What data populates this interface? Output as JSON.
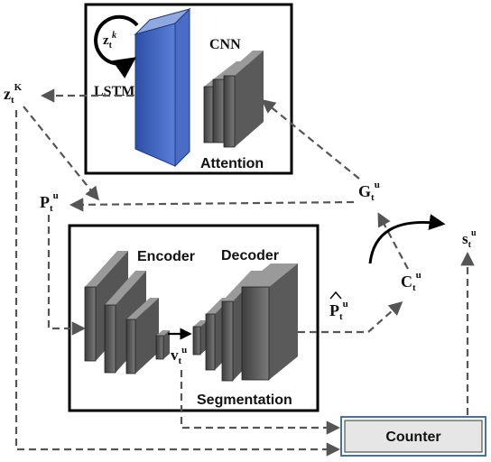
{
  "attention": {
    "title": "Attention",
    "cnn_label": "CNN",
    "lstm_label": "LSTM",
    "loop_state": {
      "base": "z",
      "sub": "t",
      "sup": "k"
    }
  },
  "segmentation": {
    "title": "Segmentation",
    "encoder_label": "Encoder",
    "decoder_label": "Decoder"
  },
  "counter": {
    "label": "Counter"
  },
  "symbols": {
    "z": {
      "base": "z",
      "sub": "t",
      "sup": "K"
    },
    "p": {
      "base": "P",
      "sub": "t",
      "sup": "u"
    },
    "g": {
      "base": "G",
      "sub": "t",
      "sup": "u"
    },
    "v": {
      "base": "v",
      "sub": "t",
      "sup": "u"
    },
    "phat": {
      "base": "P",
      "sub": "t",
      "sup": "u"
    },
    "c": {
      "base": "C",
      "sub": "t",
      "sup": "u"
    },
    "s": {
      "base": "s",
      "sub": "t",
      "sup": "u"
    }
  },
  "colors": {
    "lstm_blue": "#3a5fbf",
    "block_gray": "#6a6a6a",
    "counter_fill": "#e6e6e6",
    "counter_border": "#4a6ea8"
  }
}
